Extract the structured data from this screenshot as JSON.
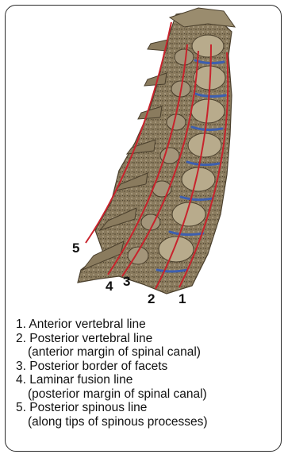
{
  "colors": {
    "line_red": "#c8232c",
    "disc_blue": "#3d5fb0",
    "bone": "#8a7b5e",
    "bone_dark": "#5a4d36",
    "bone_light": "#b8ab8c",
    "frame": "#2b2b2b"
  },
  "line_markers": [
    "5",
    "4",
    "3",
    "2",
    "1"
  ],
  "legend": [
    {
      "text": "1. Anterior vertebral line",
      "sub": ""
    },
    {
      "text": "2. Posterior vertebral line",
      "sub": "(anterior margin of spinal canal)"
    },
    {
      "text": "3. Posterior border of facets",
      "sub": ""
    },
    {
      "text": "4. Laminar fusion line",
      "sub": "(posterior margin of spinal canal)"
    },
    {
      "text": "5. Posterior spinous line",
      "sub": "(along tips of spinous processes)"
    }
  ]
}
